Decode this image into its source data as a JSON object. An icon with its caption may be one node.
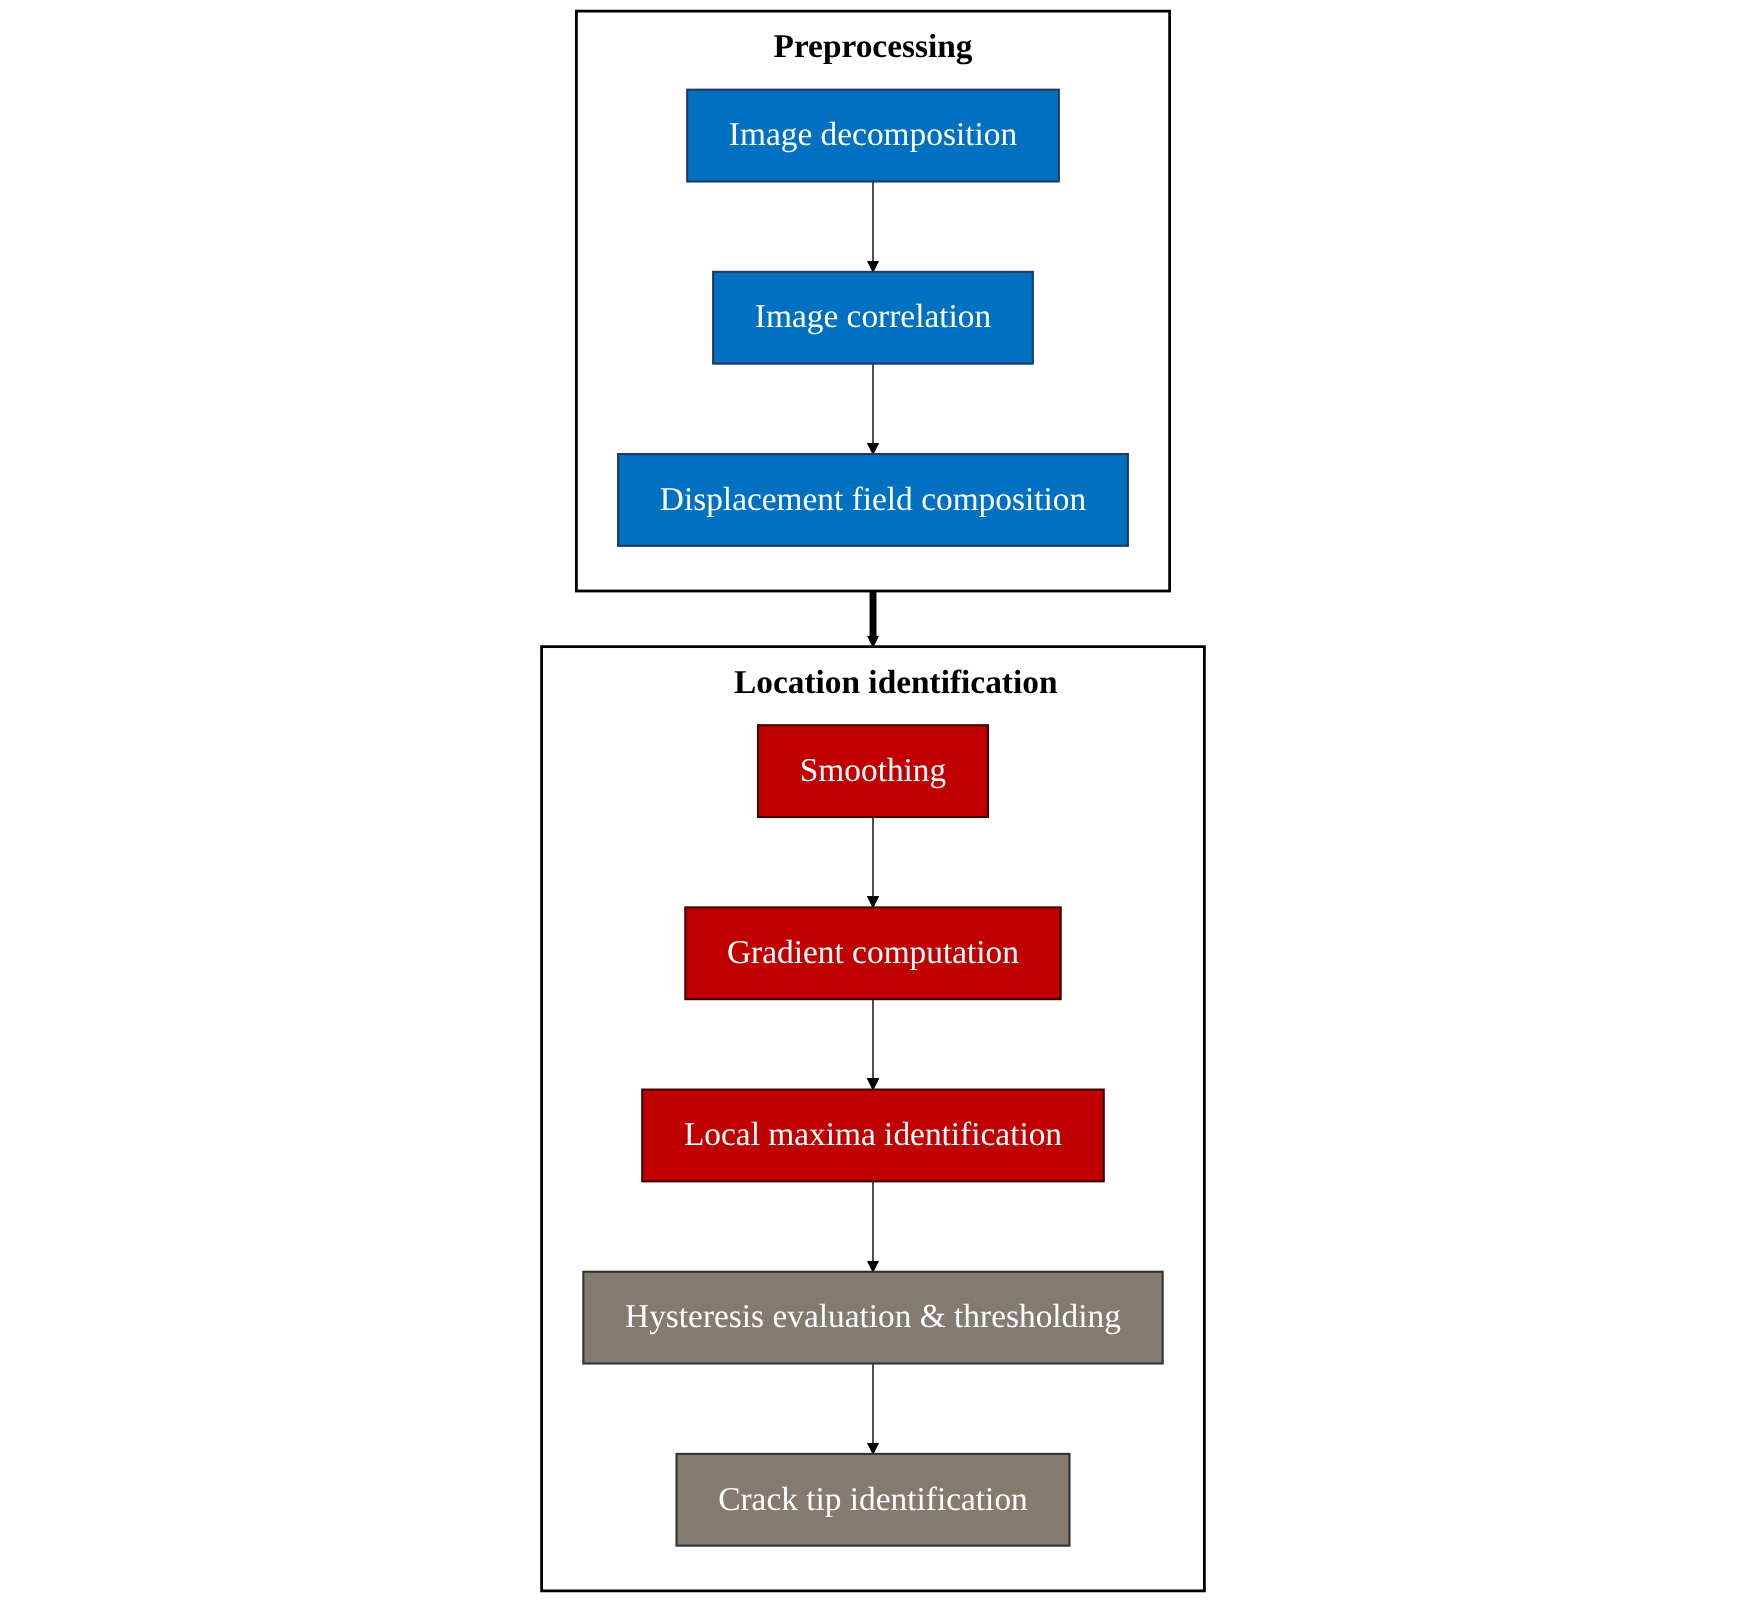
{
  "diagram": {
    "nodes": [
      {
        "text": [
          "Preprocessing"
        ]
      },
      {
        "text": [
          "Image decomposition"
        ],
        "in": 0
      },
      {
        "text": [
          "Image correlation"
        ],
        "in": 0
      },
      {
        "text": [
          "Displacement field composition"
        ],
        "in": 0
      },
      {
        "text": [
          "Location identification"
        ]
      },
      {
        "text": [
          "Smoothing"
        ],
        "in": 4
      },
      {
        "text": [
          "Gradient computation"
        ],
        "in": 4
      },
      {
        "text": [
          "Local maxima identification"
        ],
        "in": 4
      },
      {
        "text": [
          "Hysteresis evaluation & thresholding"
        ],
        "in": 4
      },
      {
        "text": [
          "Crack tip identification"
        ],
        "in": 4
      }
    ],
    "edges": [
      {
        "from": 1,
        "to": 2,
        "arrow": "to"
      },
      {
        "from": 2,
        "to": 3,
        "arrow": "to"
      },
      {
        "from": 0,
        "to": 4,
        "arrow": "to",
        "style": "thick"
      },
      {
        "from": 5,
        "to": 6,
        "arrow": "to"
      },
      {
        "from": 6,
        "to": 7,
        "arrow": "to"
      },
      {
        "from": 7,
        "to": 8,
        "arrow": "to"
      },
      {
        "from": 8,
        "to": 9,
        "arrow": "to"
      }
    ]
  }
}
